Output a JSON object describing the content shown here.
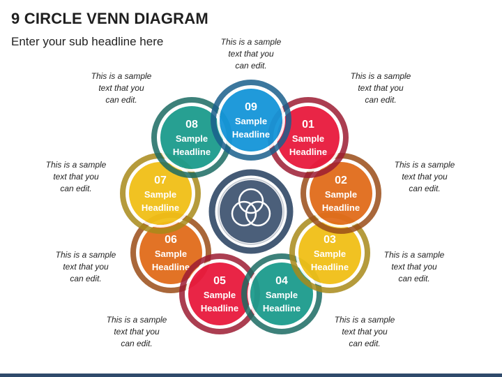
{
  "title": "9 CIRCLE VENN DIAGRAM",
  "subtitle": "Enter your sub headline here",
  "center_icon": "venn-icon",
  "circles": [
    {
      "num": "09",
      "line1": "Sample",
      "line2": "Headline",
      "color": "#1495d8",
      "ring": "#1a5f8c"
    },
    {
      "num": "01",
      "line1": "Sample",
      "line2": "Headline",
      "color": "#e8193c",
      "ring": "#9c1c33"
    },
    {
      "num": "02",
      "line1": "Sample",
      "line2": "Headline",
      "color": "#e06b1a",
      "ring": "#9a4c18"
    },
    {
      "num": "03",
      "line1": "Sample",
      "line2": "Headline",
      "color": "#f0bf16",
      "ring": "#a8891a"
    },
    {
      "num": "04",
      "line1": "Sample",
      "line2": "Headline",
      "color": "#1b9b8c",
      "ring": "#1b6b63"
    },
    {
      "num": "05",
      "line1": "Sample",
      "line2": "Headline",
      "color": "#e8193c",
      "ring": "#9c1c33"
    },
    {
      "num": "06",
      "line1": "Sample",
      "line2": "Headline",
      "color": "#e06b1a",
      "ring": "#9a4c18"
    },
    {
      "num": "07",
      "line1": "Sample",
      "line2": "Headline",
      "color": "#f0bf16",
      "ring": "#a8891a"
    },
    {
      "num": "08",
      "line1": "Sample",
      "line2": "Headline",
      "color": "#1b9b8c",
      "ring": "#1b6b63"
    }
  ],
  "captions": [
    {
      "line1": "This is a sample",
      "line2": "text that you",
      "line3": "can edit."
    },
    {
      "line1": "This is a sample",
      "line2": "text that you",
      "line3": "can edit."
    },
    {
      "line1": "This is a sample",
      "line2": "text that you",
      "line3": "can edit."
    },
    {
      "line1": "This is a sample",
      "line2": "text that you",
      "line3": "can edit."
    },
    {
      "line1": "This is a sample",
      "line2": "text that you",
      "line3": "can edit."
    },
    {
      "line1": "This is a sample",
      "line2": "text that you",
      "line3": "can edit."
    },
    {
      "line1": "This is a sample",
      "line2": "text that you",
      "line3": "can edit."
    },
    {
      "line1": "This is a sample",
      "line2": "text that you",
      "line3": "can edit."
    },
    {
      "line1": "This is a sample",
      "line2": "text that you",
      "line3": "can edit."
    }
  ]
}
